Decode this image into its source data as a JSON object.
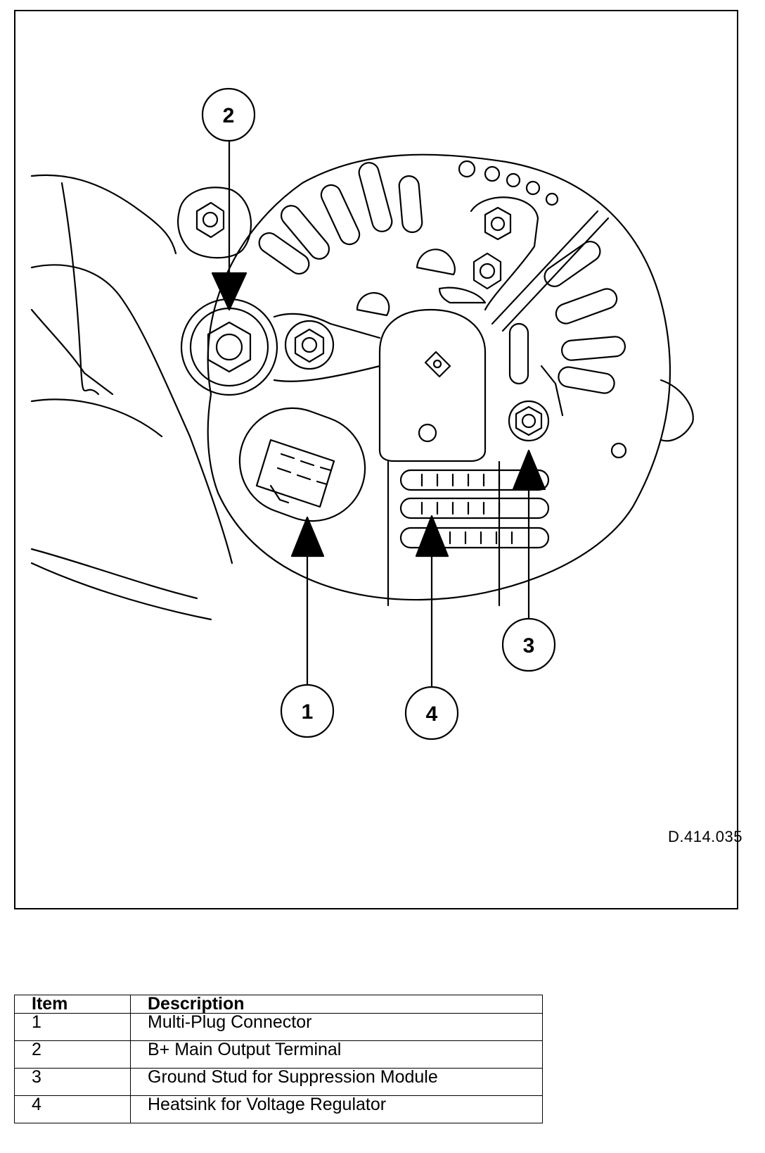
{
  "figure": {
    "drawing_code": "D.414.035",
    "callouts": [
      {
        "number": "1"
      },
      {
        "number": "2"
      },
      {
        "number": "3"
      },
      {
        "number": "4"
      }
    ]
  },
  "legend": {
    "header_item": "Item",
    "header_description": "Description",
    "rows": [
      {
        "item": "1",
        "description": "Multi-Plug Connector"
      },
      {
        "item": "2",
        "description": "B+ Main Output Terminal"
      },
      {
        "item": "3",
        "description": "Ground Stud for Suppression Module"
      },
      {
        "item": "4",
        "description": "Heatsink for Voltage Regulator"
      }
    ]
  }
}
